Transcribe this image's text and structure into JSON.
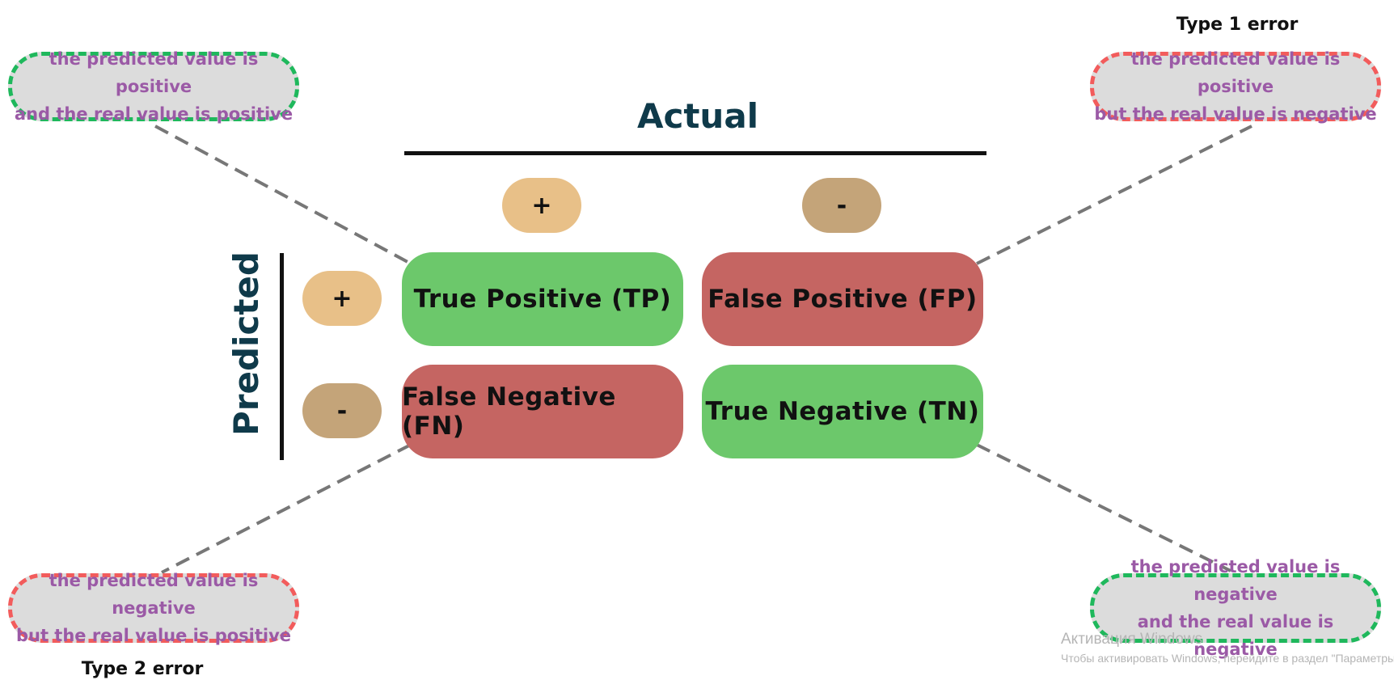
{
  "diagram": {
    "actual_title": "Actual",
    "predicted_title": "Predicted",
    "actual_signs": {
      "positive": "+",
      "negative": "-"
    },
    "predicted_signs": {
      "positive": "+",
      "negative": "-"
    },
    "cells": {
      "tp": "True Positive (TP)",
      "fp": "False Positive (FP)",
      "fn": "False Negative (FN)",
      "tn": "True Negative (TN)"
    },
    "callouts": {
      "tp": [
        "the predicted value is positive",
        "and the real value is positive"
      ],
      "fp": [
        "the predicted value is positive",
        "but the real value is negative"
      ],
      "fn": [
        "the predicted value is negative",
        "but the real value is positive"
      ],
      "tn": [
        "the predicted value is negative",
        "and the real value is negative"
      ]
    },
    "labels": {
      "type1": "Type 1 error",
      "type2": "Type 2 error"
    },
    "colors": {
      "correct_cell": "#6cc86b",
      "error_cell": "#c56562",
      "positive_sign": "#e8c088",
      "negative_sign": "#c4a479",
      "callout_green_border": "#1fb85c",
      "callout_red_border": "#f25c5c",
      "callout_text": "#9b5aa6",
      "title_color": "#0f3a4a"
    }
  },
  "watermark": {
    "title": "Активация Windows",
    "subtitle": "Чтобы активировать Windows, перейдите в раздел \"Параметры\"."
  }
}
